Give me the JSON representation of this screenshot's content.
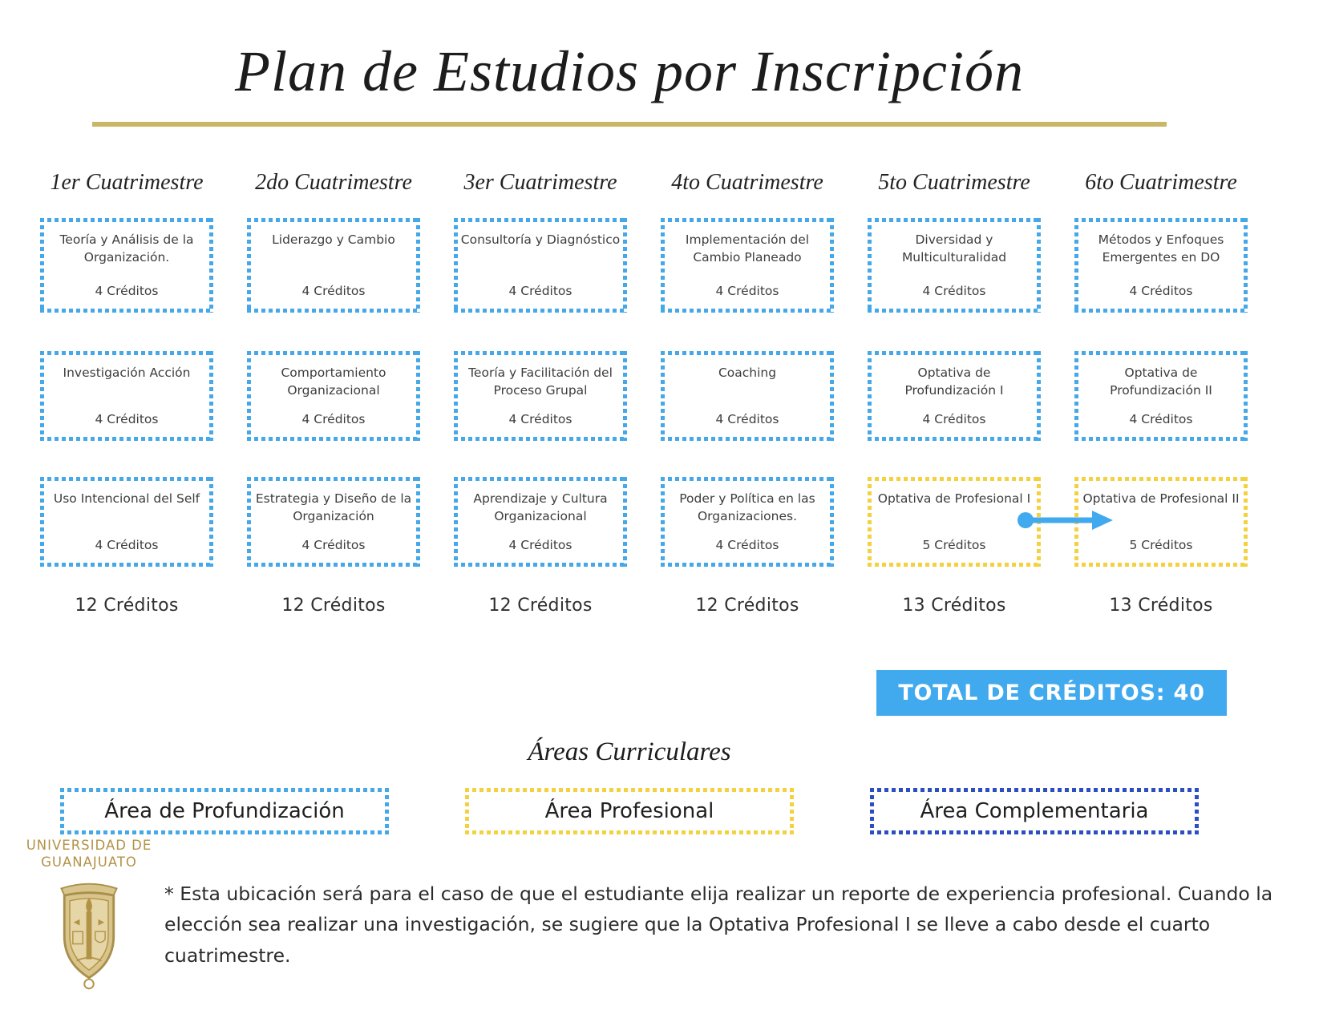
{
  "title": "Plan de Estudios por Inscripción",
  "columns": [
    {
      "header": "1er Cuatrimestre",
      "total": "12 Créditos",
      "courses": [
        {
          "name": "Teoría y Análisis de la Organización.",
          "credits": "4 Créditos",
          "area": "profundizacion"
        },
        {
          "name": "Investigación Acción",
          "credits": "4 Créditos",
          "area": "profundizacion"
        },
        {
          "name": "Uso Intencional del Self",
          "credits": "4 Créditos",
          "area": "profundizacion"
        }
      ]
    },
    {
      "header": "2do Cuatrimestre",
      "total": "12 Créditos",
      "courses": [
        {
          "name": "Liderazgo y Cambio",
          "credits": "4 Créditos",
          "area": "profundizacion"
        },
        {
          "name": "Comportamiento Organizacional",
          "credits": "4 Créditos",
          "area": "profundizacion"
        },
        {
          "name": "Estrategia y Diseño de la Organización",
          "credits": "4 Créditos",
          "area": "profundizacion"
        }
      ]
    },
    {
      "header": "3er Cuatrimestre",
      "total": "12 Créditos",
      "courses": [
        {
          "name": "Consultoría y Diagnóstico",
          "credits": "4 Créditos",
          "area": "profundizacion"
        },
        {
          "name": "Teoría y Facilitación del Proceso Grupal",
          "credits": "4 Créditos",
          "area": "profundizacion"
        },
        {
          "name": "Aprendizaje y Cultura Organizacional",
          "credits": "4 Créditos",
          "area": "profundizacion"
        }
      ]
    },
    {
      "header": "4to Cuatrimestre",
      "total": "12 Créditos",
      "courses": [
        {
          "name": "Implementación del Cambio Planeado",
          "credits": "4 Créditos",
          "area": "profundizacion"
        },
        {
          "name": "Coaching",
          "credits": "4 Créditos",
          "area": "profundizacion"
        },
        {
          "name": "Poder y Política en las Organizaciones.",
          "credits": "4 Créditos",
          "area": "profundizacion"
        }
      ]
    },
    {
      "header": "5to Cuatrimestre",
      "total": "13 Créditos",
      "courses": [
        {
          "name": "Diversidad y Multiculturalidad",
          "credits": "4 Créditos",
          "area": "profundizacion"
        },
        {
          "name": "Optativa de Profundización I",
          "credits": "4 Créditos",
          "area": "profundizacion"
        },
        {
          "name": "Optativa de Profesional I",
          "credits": "5 Créditos",
          "area": "profesional"
        }
      ]
    },
    {
      "header": "6to Cuatrimestre",
      "total": "13 Créditos",
      "courses": [
        {
          "name": "Métodos y Enfoques Emergentes en DO",
          "credits": "4 Créditos",
          "area": "profundizacion"
        },
        {
          "name": "Optativa de Profundización II",
          "credits": "4 Créditos",
          "area": "profundizacion"
        },
        {
          "name": "Optativa de Profesional II",
          "credits": "5 Créditos",
          "area": "profesional"
        }
      ]
    }
  ],
  "total_banner": "TOTAL DE CRÉDITOS: 40",
  "areas_heading": "Áreas Curriculares",
  "legend": [
    {
      "label": "Área de Profundización",
      "color": "#45a8e8"
    },
    {
      "label": "Área Profesional",
      "color": "#f4d13e"
    },
    {
      "label": "Área Complementaria",
      "color": "#2b4fc0"
    }
  ],
  "logo": {
    "line1": "UNIVERSIDAD DE",
    "line2": "GUANAJUATO"
  },
  "footnote": "* Esta ubicación será para el caso de que el estudiante elija realizar un reporte de experiencia profesional.  Cuando la elección sea realizar una investigación, se sugiere que la Optativa Profesional I se lleve a cabo desde el cuarto cuatrimestre.",
  "colors": {
    "area_profundizacion": "#45a8e8",
    "area_profesional": "#f4d13e",
    "area_complementaria": "#2b4fc0",
    "banner": "#41a9ee",
    "gold_rule": "#c9b666",
    "logo_gold": "#b29346"
  }
}
